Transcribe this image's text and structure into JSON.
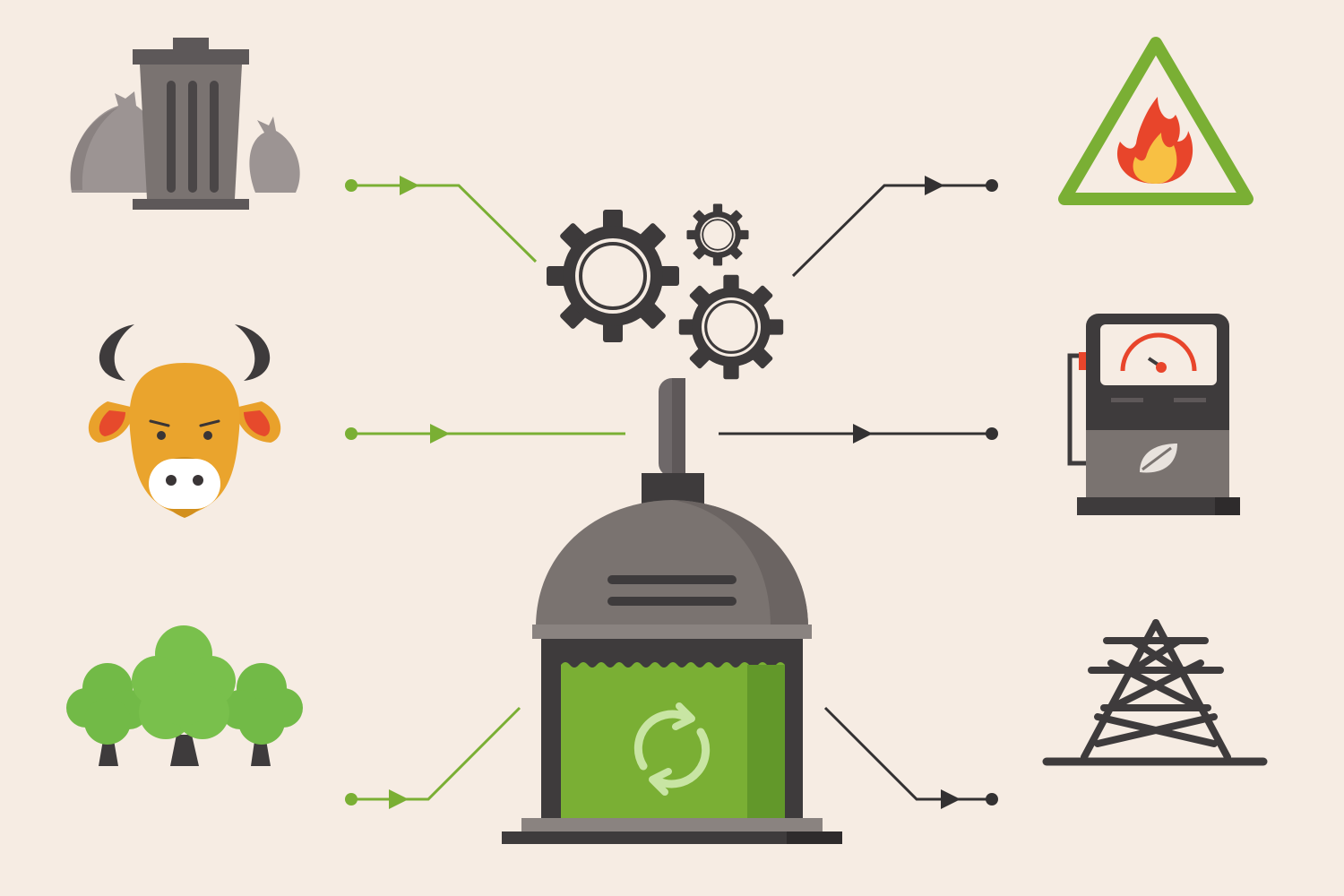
{
  "colors": {
    "background": "#f6ece3",
    "input_flow": "#7aaf34",
    "output_flow": "#333132",
    "steel_dark": "#4a4748",
    "steel_mid": "#7a7370",
    "steel_light": "#a09896",
    "digester_green": "#7aaf34",
    "cow_orange": "#eaa42d",
    "tree_green": "#72ba47",
    "flame_red": "#e8452b",
    "flame_yellow": "#f8c043"
  },
  "diagram": {
    "inputs": [
      {
        "id": "garbage",
        "icon": "trash-can-with-bags-icon"
      },
      {
        "id": "livestock",
        "icon": "cow-head-icon"
      },
      {
        "id": "plants",
        "icon": "trees-icon"
      }
    ],
    "process": [
      {
        "id": "gears",
        "icon": "gears-icon"
      },
      {
        "id": "digester",
        "icon": "biogas-digester-icon",
        "symbol": "recycle-arrows-icon"
      }
    ],
    "outputs": [
      {
        "id": "gas",
        "icon": "flammable-warning-icon"
      },
      {
        "id": "fuel",
        "icon": "biofuel-pump-icon"
      },
      {
        "id": "electricity",
        "icon": "power-pylon-icon"
      }
    ]
  }
}
